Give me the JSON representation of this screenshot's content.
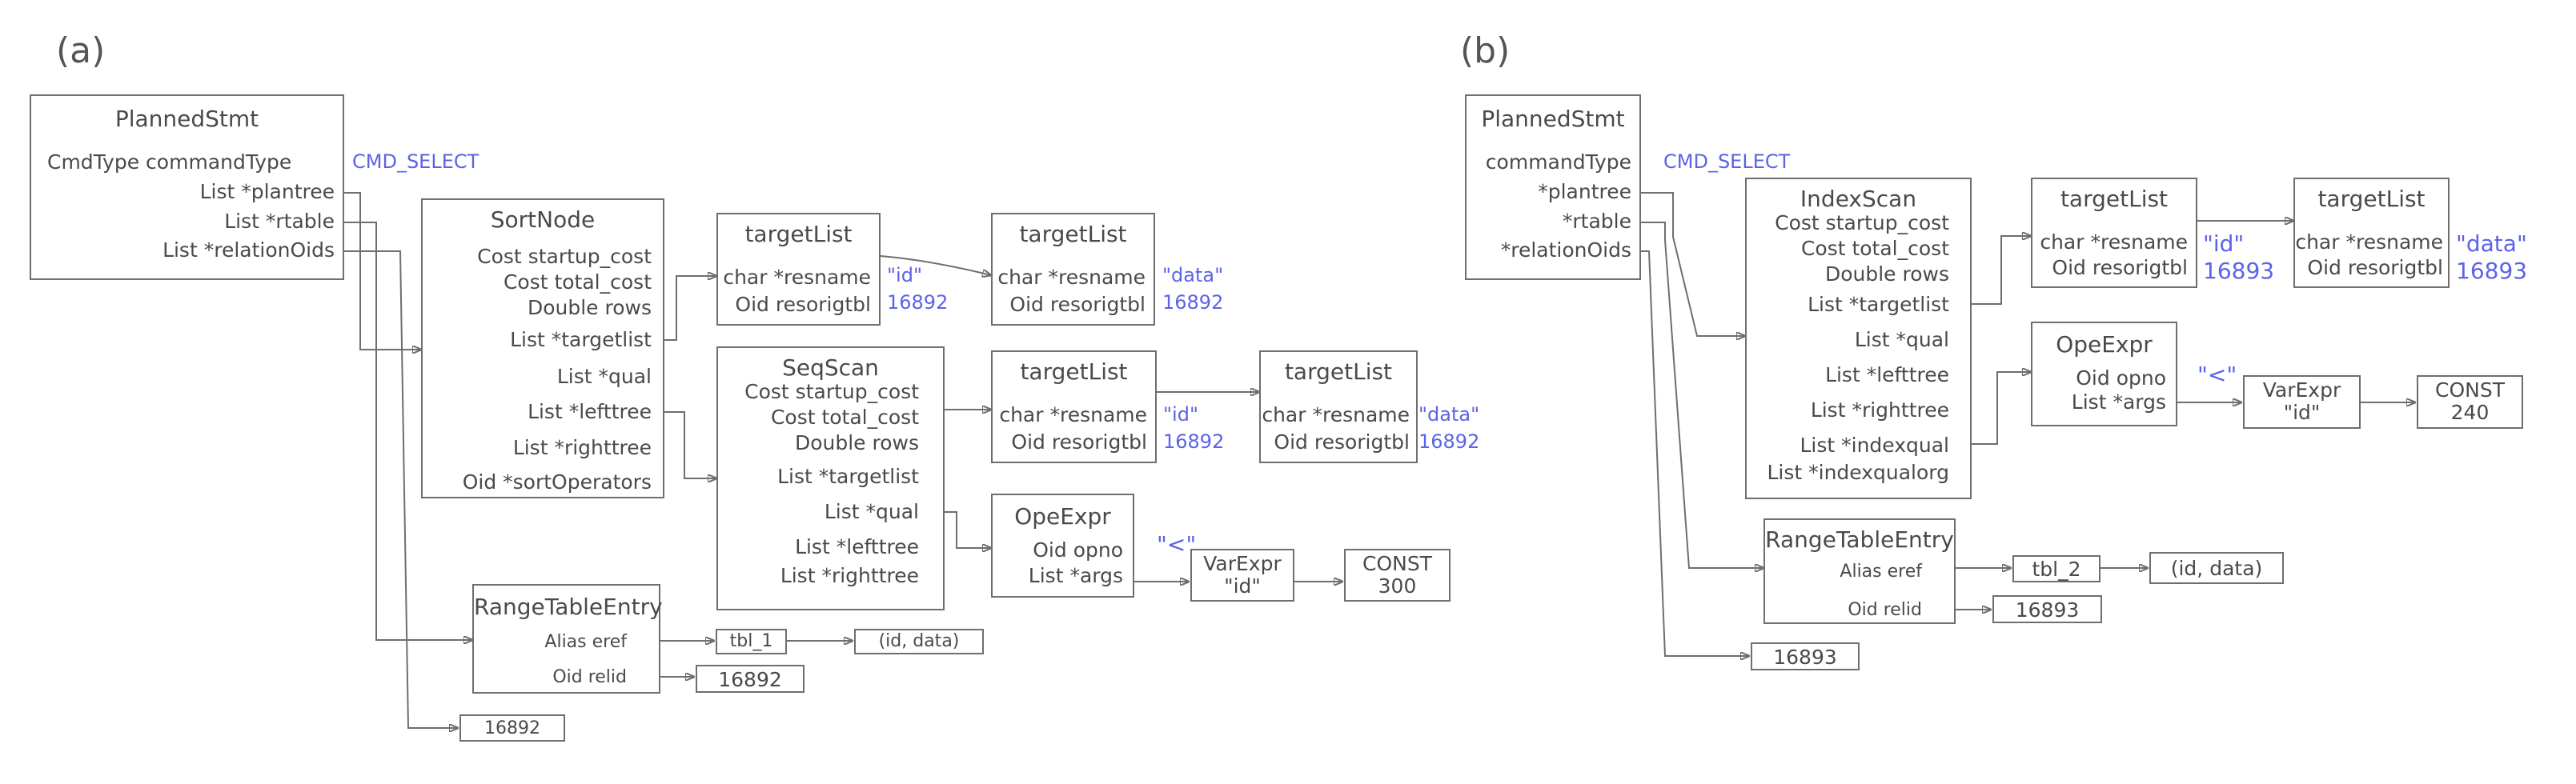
{
  "panels": {
    "a": {
      "label": "(a)",
      "planned": {
        "title": "PlannedStmt",
        "rows": [
          "CmdType commandType",
          "List *plantree",
          "List *rtable",
          "List *relationOids"
        ]
      },
      "cmd_value": "CMD_SELECT",
      "sortnode": {
        "title": "SortNode",
        "rows": [
          "Cost startup_cost",
          "Cost total_cost",
          "Double rows",
          "List *targetlist",
          "List *qual",
          "List *lefttree",
          "List *righttree",
          "Oid *sortOperators"
        ]
      },
      "tl1": {
        "title": "targetList",
        "rows": [
          "char *resname",
          "Oid resorigtbl"
        ],
        "v1": "\"id\"",
        "v2": "16892"
      },
      "tl2": {
        "title": "targetList",
        "rows": [
          "char *resname",
          "Oid resorigtbl"
        ],
        "v1": "\"data\"",
        "v2": "16892"
      },
      "seqscan": {
        "title": "SeqScan",
        "rows": [
          "Cost startup_cost",
          "Cost total_cost",
          "Double rows",
          "List *targetlist",
          "List *qual",
          "List *lefttree",
          "List *righttree"
        ]
      },
      "tl3": {
        "title": "targetList",
        "rows": [
          "char *resname",
          "Oid resorigtbl"
        ],
        "v1": "\"id\"",
        "v2": "16892"
      },
      "tl4": {
        "title": "targetList",
        "rows": [
          "char *resname",
          "Oid resorigtbl"
        ],
        "v1": "\"data\"",
        "v2": "16892"
      },
      "opexpr": {
        "title": "OpeExpr",
        "rows": [
          "Oid opno",
          "List *args"
        ],
        "op": "\"<\""
      },
      "varexpr": {
        "title": "VarExpr",
        "value": "\"id\""
      },
      "const": {
        "title": "CONST",
        "value": "300"
      },
      "rte": {
        "title": "RangeTableEntry",
        "rows": [
          "Alias eref",
          "Oid relid"
        ]
      },
      "tbl": "tbl_1",
      "cols": "(id, data)",
      "relid": "16892",
      "oids": "16892"
    },
    "b": {
      "label": "(b)",
      "planned": {
        "title": "PlannedStmt",
        "rows": [
          "commandType",
          "*plantree",
          "*rtable",
          "*relationOids"
        ]
      },
      "cmd_value": "CMD_SELECT",
      "indexscan": {
        "title": "IndexScan",
        "rows": [
          "Cost startup_cost",
          "Cost total_cost",
          "Double rows",
          "List *targetlist",
          "List *qual",
          "List *lefttree",
          "List *righttree",
          "List *indexqual",
          "List *indexqualorg"
        ]
      },
      "tl1": {
        "title": "targetList",
        "rows": [
          "char *resname",
          "Oid resorigtbl"
        ],
        "v1": "\"id\"",
        "v2": "16893"
      },
      "tl2": {
        "title": "targetList",
        "rows": [
          "char *resname",
          "Oid resorigtbl"
        ],
        "v1": "\"data\"",
        "v2": "16893"
      },
      "opexpr": {
        "title": "OpeExpr",
        "rows": [
          "Oid opno",
          "List *args"
        ],
        "op": "\"<\""
      },
      "varexpr": {
        "title": "VarExpr",
        "value": "\"id\""
      },
      "const": {
        "title": "CONST",
        "value": "240"
      },
      "rte": {
        "title": "RangeTableEntry",
        "rows": [
          "Alias eref",
          "Oid relid"
        ]
      },
      "tbl": "tbl_2",
      "cols": "(id, data)",
      "relid": "16893",
      "oids": "16893"
    }
  },
  "colors": {
    "line": "#6e6e6e",
    "text": "#4a4a4a",
    "accent": "#5b63e6"
  }
}
